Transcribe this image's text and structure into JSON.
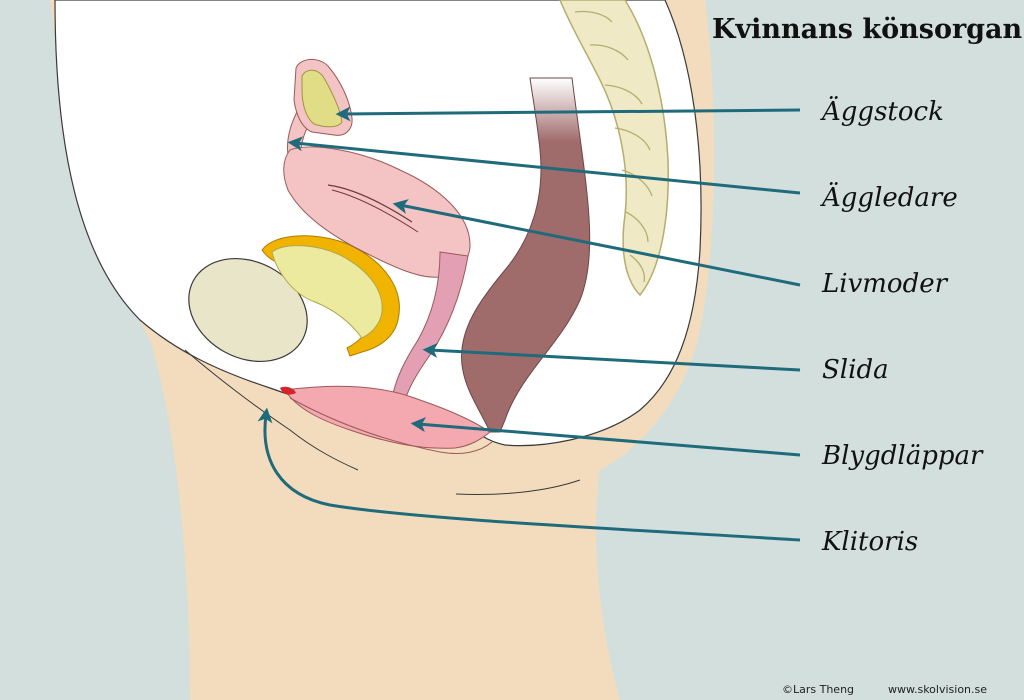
{
  "title": "Kvinnans könsorgan",
  "labels": {
    "aggstock": "Äggstock",
    "aggledare": "Äggledare",
    "livmoder": "Livmoder",
    "slida": "Slida",
    "blygdlappar": "Blygdläppar",
    "klitoris": "Klitoris"
  },
  "credits": {
    "author": "©Lars Theng",
    "site": "www.skolvision.se"
  },
  "colors": {
    "background": "#d2dfdd",
    "skin": "#f3dcbd",
    "body_cavity": "#ffffff",
    "arrow": "#1f6b7c",
    "uterus": "#f4c3c3",
    "ovary": "#e1dd86",
    "bladder_wall": "#f0b300",
    "bladder_inner": "#ecea9e",
    "rectum": "#a06b6b",
    "spine": "#efe9c6",
    "clitoris": "#d9232b"
  }
}
